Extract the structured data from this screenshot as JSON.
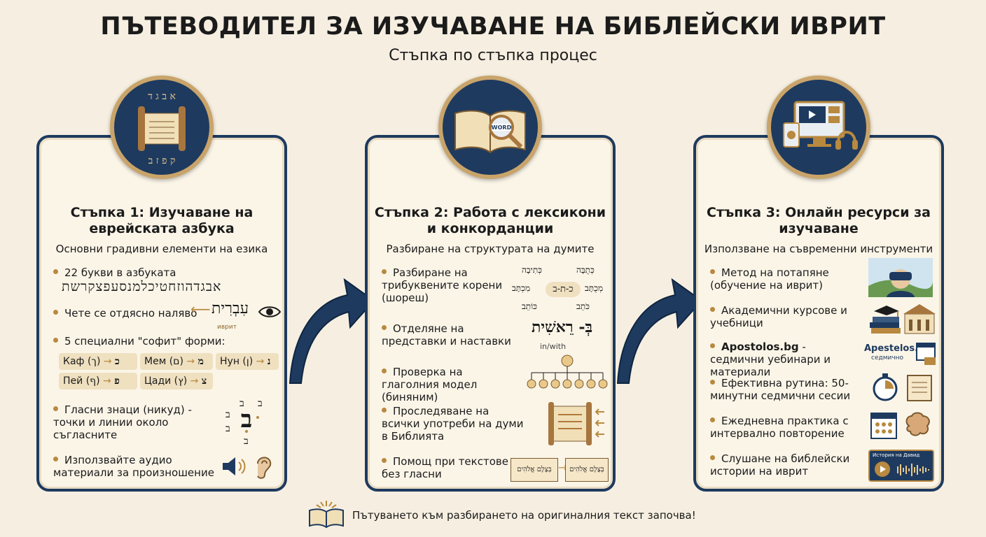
{
  "header": {
    "title": "ПЪТЕВОДИТЕЛ ЗА ИЗУЧАВАНЕ НА БИБЛЕЙСКИ ИВРИТ",
    "subtitle": "Стъпка по стъпка процес"
  },
  "steps": [
    {
      "title": "Стъпка 1: Изучаване на еврейската азбука",
      "subtitle": "Основни градивни елементи на езика",
      "items": [
        {
          "text": "22 букви в азбуката",
          "extra": "אבגדהוזחטיכלמנסעפצקרשת"
        },
        {
          "text": "Чете се отдясно наляво",
          "extra": "עִבְרִית",
          "extra2": "иврит"
        },
        {
          "text": "5 специални \"софит\" форми:"
        },
        {
          "text": "Гласни знаци (никуд) - точки и линии около съгласните"
        },
        {
          "text": "Използвайте аудио материали за произношение"
        }
      ],
      "sofit": [
        {
          "label": "Каф (ך)",
          "letter": "כ"
        },
        {
          "label": "Мем (ם)",
          "letter": "מ"
        },
        {
          "label": "Нун (ן)",
          "letter": "נ"
        },
        {
          "label": "Пей (ף)",
          "letter": "פ"
        },
        {
          "label": "Цади (ץ)",
          "letter": "צ"
        }
      ]
    },
    {
      "title": "Стъпка 2: Работа с лексикони и конкорданции",
      "subtitle": "Разбиране на структурата на думите",
      "items": [
        {
          "text": "Разбиране на трибуквените корени (шореш)"
        },
        {
          "text": "Отделяне на представки и наставки",
          "extra": "בְּ- רֵאשִׁית",
          "extra2": "in/with"
        },
        {
          "text": "Проверка на глаголния модел (биняним)"
        },
        {
          "text": "Проследяване на всички употреби на думи в Библията"
        },
        {
          "text": "Помощ при текстове без гласни"
        }
      ],
      "root": {
        "center": "כ-ת-ב",
        "words": [
          "כְּתִיבָה",
          "כְּתֻבָּה",
          "מִכְתָּב",
          "מְכֻתָּב",
          "כּוֹתֵב",
          "כֹּתֵב"
        ]
      },
      "vowelless": [
        "בְּצֶלֶם אֱלֹהִים",
        "בְּצֶלֶם אֱלֹהִים"
      ]
    },
    {
      "title": "Стъпка 3: Онлайн ресурси за изучаване",
      "subtitle": "Използване на съвременни инструменти",
      "items": [
        {
          "text": "Метод на потапяне (обучение на иврит)"
        },
        {
          "text": "Академични курсове и учебници"
        },
        {
          "bold": "Apostolos.bg",
          "text": " - седмични уебинари и материали",
          "extra": "Apestelos.bg",
          "extra2": "седмично"
        },
        {
          "text": "Ефективна рутина: 50-минутни седмични сесии"
        },
        {
          "text": "Ежедневна практика с интервално повторение"
        },
        {
          "text": "Слушане на библейски истории на иврит",
          "extra": "История на Давид"
        }
      ]
    }
  ],
  "footer": {
    "text": "Пътуването към разбирането на оригиналния текст започва!"
  },
  "colors": {
    "navy": "#1e3a5f",
    "gold": "#b8893f",
    "bg": "#f6efe1"
  }
}
